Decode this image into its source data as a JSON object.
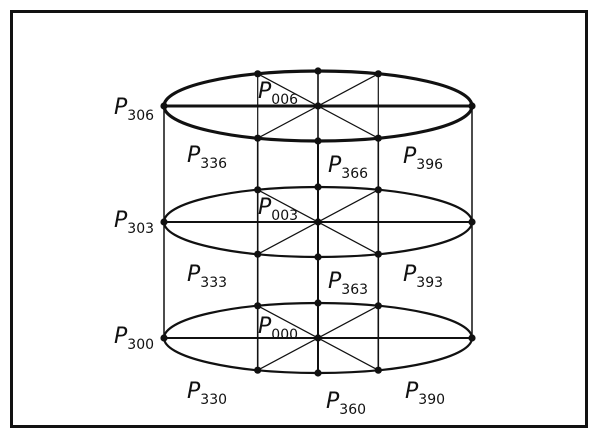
{
  "diagram": {
    "labels": {
      "P306": {
        "main": "P",
        "sub": "306"
      },
      "P006": {
        "main": "P",
        "sub": "006"
      },
      "P336": {
        "main": "P",
        "sub": "336"
      },
      "P366": {
        "main": "P",
        "sub": "366"
      },
      "P396": {
        "main": "P",
        "sub": "396"
      },
      "P303": {
        "main": "P",
        "sub": "303"
      },
      "P003": {
        "main": "P",
        "sub": "003"
      },
      "P333": {
        "main": "P",
        "sub": "333"
      },
      "P363": {
        "main": "P",
        "sub": "363"
      },
      "P393": {
        "main": "P",
        "sub": "393"
      },
      "P300": {
        "main": "P",
        "sub": "300"
      },
      "P000": {
        "main": "P",
        "sub": "000"
      },
      "P330": {
        "main": "P",
        "sub": "330"
      },
      "P360": {
        "main": "P",
        "sub": "360"
      },
      "P390": {
        "main": "P",
        "sub": "390"
      }
    },
    "colors": {
      "stroke": "#111111",
      "node": "#111111",
      "frame": "#111111"
    }
  }
}
